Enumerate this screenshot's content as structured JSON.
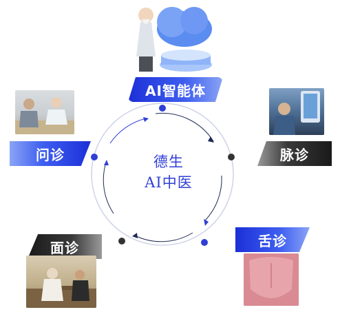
{
  "center": {
    "line1": "德生",
    "line2": "AI中医"
  },
  "labels": {
    "ai_agent": "AI智能体",
    "inquiry": "问诊",
    "pulse": "脉诊",
    "face": "面诊",
    "tongue": "舌诊"
  },
  "colors": {
    "accent_blue": "#2f3fd6",
    "tab_blue": "#1b2fd8",
    "tab_dark": "#1a1a1a",
    "ring": "#c9cde6"
  }
}
